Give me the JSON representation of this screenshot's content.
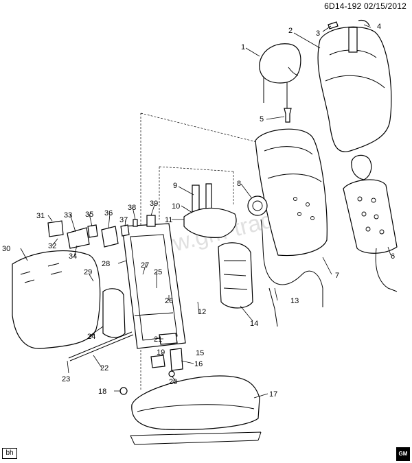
{
  "header": {
    "doc_id": "6D14-192",
    "date": "02/15/2012"
  },
  "footer": {
    "author_tag": "bh",
    "logo_text": "GM"
  },
  "watermark": "www.gm-trade.ru",
  "callouts": [
    "1",
    "2",
    "3",
    "4",
    "5",
    "6",
    "7",
    "8",
    "9",
    "10",
    "11",
    "12",
    "13",
    "14",
    "15",
    "16",
    "17",
    "18",
    "19",
    "20",
    "21",
    "22",
    "23",
    "24",
    "25",
    "26",
    "27",
    "28",
    "29",
    "30",
    "31",
    "32",
    "33",
    "34",
    "35",
    "36",
    "37",
    "38",
    "39"
  ]
}
